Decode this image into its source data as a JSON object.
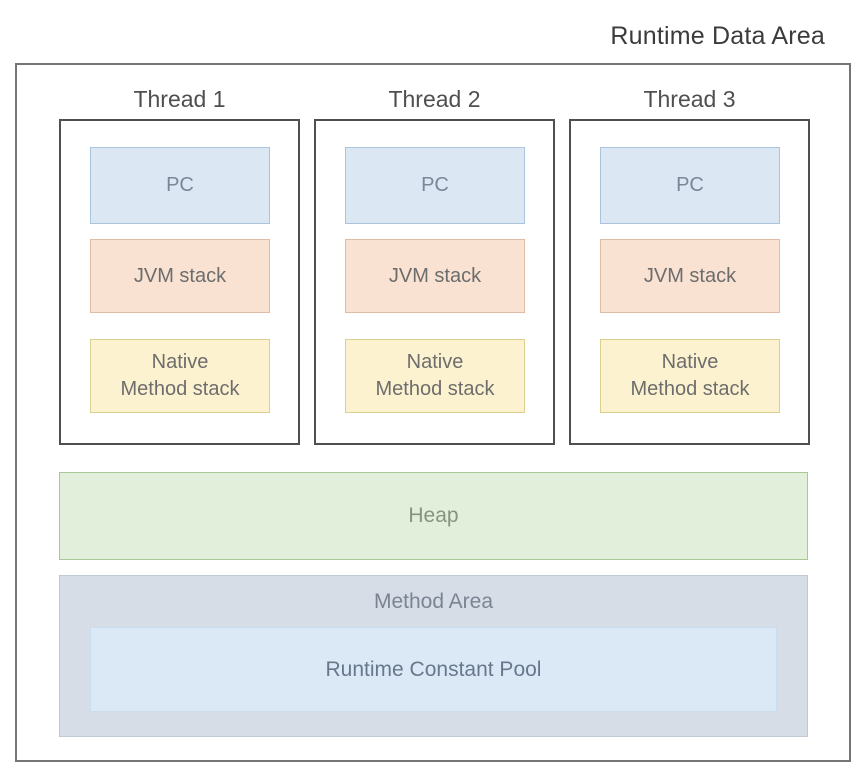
{
  "title": "Runtime Data Area",
  "threads": [
    {
      "label": "Thread 1",
      "pc_label": "PC",
      "jvm_stack_label": "JVM stack",
      "native_method_stack_label": "Native\nMethod stack"
    },
    {
      "label": "Thread 2",
      "pc_label": "PC",
      "jvm_stack_label": "JVM stack",
      "native_method_stack_label": "Native\nMethod stack"
    },
    {
      "label": "Thread 3",
      "pc_label": "PC",
      "jvm_stack_label": "JVM stack",
      "native_method_stack_label": "Native\nMethod stack"
    }
  ],
  "heap": {
    "label": "Heap"
  },
  "method_area": {
    "label": "Method Area",
    "runtime_constant_pool_label": "Runtime Constant Pool"
  },
  "colors": {
    "title_text": "#3b3b3b",
    "outer_border": "#757575",
    "thread_border": "#4f4f4f",
    "thread_label_text": "#4f4f4f",
    "pc_fill": "#dbe8f4",
    "pc_border": "#aac4dd",
    "pc_text": "#7a8699",
    "jvm_fill": "#f9e2d2",
    "jvm_border": "#dfbda4",
    "jvm_text": "#6d6d6d",
    "native_fill": "#fdf2cf",
    "native_border": "#d9d092",
    "native_text": "#6d6d6d",
    "heap_fill": "#e2efda",
    "heap_border": "#a8c89a",
    "heap_text": "#879480",
    "method_fill": "#d6dde6",
    "method_border": "#c0c8d4",
    "method_text": "#7b8493",
    "rcp_fill": "#dbe8f6",
    "rcp_border": "#caddee",
    "rcp_text": "#68788c"
  }
}
